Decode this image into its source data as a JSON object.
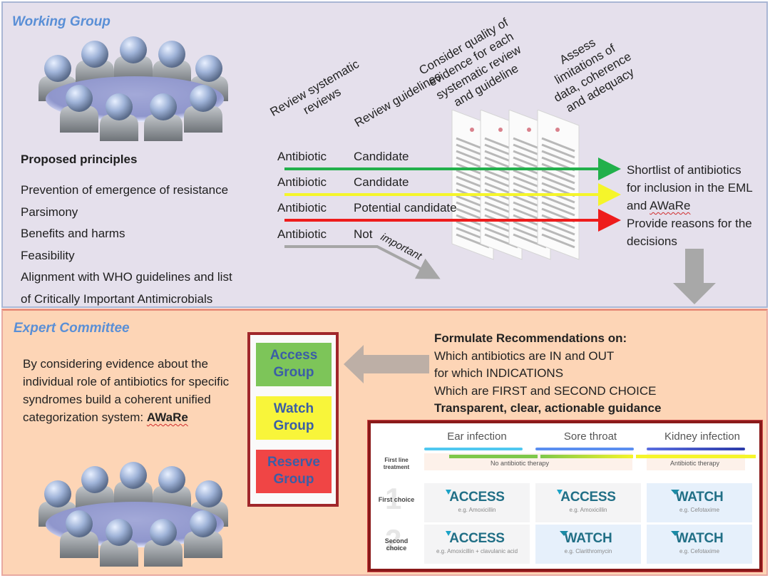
{
  "working_group": {
    "title": "Working Group",
    "principles_title": "Proposed principles",
    "principles": [
      "Prevention of emergence of resistance",
      "Parsimony",
      "Benefits and harms",
      "Feasibility",
      "Alignment with WHO guidelines and list",
      "of Critically Important Antimicrobials"
    ],
    "steps": [
      {
        "lines": [
          "Review systematic",
          "reviews"
        ]
      },
      {
        "lines": [
          "Review guidelines"
        ]
      },
      {
        "lines": [
          "Consider quality of",
          "evidence for each",
          "systematic review",
          "and guideline"
        ]
      },
      {
        "lines": [
          "Assess",
          "limitations of",
          "data, coherence",
          "and adequacy"
        ]
      }
    ],
    "rows": [
      {
        "item": "Antibiotic",
        "status": "Candidate",
        "color": "#22b04b"
      },
      {
        "item": "Antibiotic",
        "status": "Candidate",
        "color": "#f5f52a"
      },
      {
        "item": "Antibiotic",
        "status": "Potential candidate",
        "color": "#ee1c1c"
      },
      {
        "item": "Antibiotic",
        "status": "Not",
        "status_extra": "important",
        "color": "#a6a6a6"
      }
    ],
    "outcome": {
      "line1": "Shortlist of antibiotics",
      "line2": "for inclusion in the EML",
      "line3_prefix": "and ",
      "line3_marked": "AWaRe",
      "line4": "Provide reasons for the",
      "line5": "decisions"
    }
  },
  "expert_committee": {
    "title": "Expert Committee",
    "description_lines": [
      "By considering evidence about the",
      "individual role of antibiotics for specific",
      "syndromes build a coherent unified"
    ],
    "description_last_prefix": "categorization system: ",
    "description_last_bold": "AWaRe",
    "groups": [
      {
        "line1": "Access",
        "line2": "Group",
        "color": "#7dc559"
      },
      {
        "line1": "Watch",
        "line2": "Group",
        "color": "#f8f53a"
      },
      {
        "line1": "Reserve",
        "line2": "Group",
        "color": "#f04545"
      }
    ],
    "recommendations": {
      "heading": "Formulate Recommendations on:",
      "items": [
        "Which antibiotics are IN and OUT",
        "for which INDICATIONS",
        "Which are FIRST and SECOND CHOICE"
      ],
      "closing": "Transparent, clear, actionable guidance"
    },
    "table": {
      "columns": [
        {
          "label": "Ear infection",
          "bar_color": "#4fc8f0"
        },
        {
          "label": "Sore throat",
          "bar_color": "#5a8ef0"
        },
        {
          "label": "Kidney infection",
          "bar_color": "#2b3aa8"
        }
      ],
      "first_line_label": "First line treatment",
      "no_antibiotic_label": "No antibiotic therapy",
      "antibiotic_label": "Antibiotic therapy",
      "rows": [
        {
          "label": "First choice",
          "number": "1",
          "cells": [
            {
              "category": "ACCESS",
              "example": "e.g. Amoxicillin"
            },
            {
              "category": "ACCESS",
              "example": "e.g. Amoxicillin"
            },
            {
              "category": "WATCH",
              "example": "e.g. Cefotaxime"
            }
          ]
        },
        {
          "label": "Second choice",
          "number": "2",
          "cells": [
            {
              "category": "ACCESS",
              "example": "e.g. Amoxicillin + clavulanic acid"
            },
            {
              "category": "WATCH",
              "example": "e.g. Clarithromycin"
            },
            {
              "category": "WATCH",
              "example": "e.g. Cefotaxime"
            }
          ]
        }
      ]
    }
  }
}
